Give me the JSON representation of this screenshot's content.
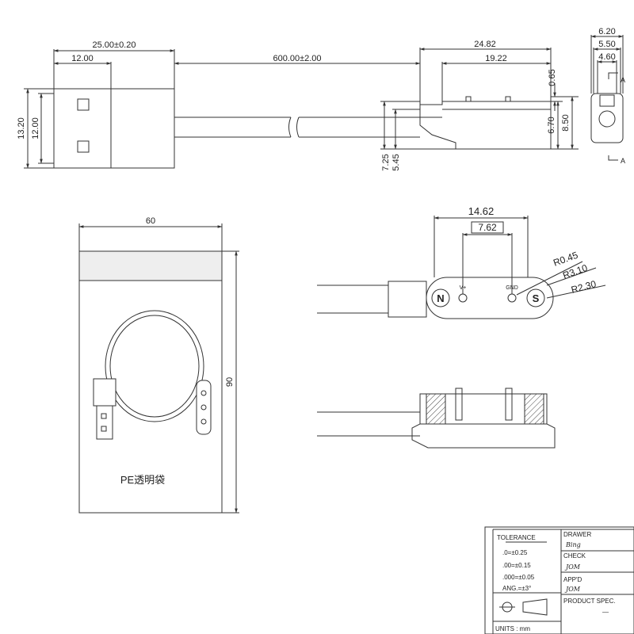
{
  "usb_view": {
    "dim_total_length": "25.00±0.20",
    "dim_plug_length": "12.00",
    "dim_height_outer": "13.20",
    "dim_height_inner": "12.00"
  },
  "cable_length": "600.00±2.00",
  "head_side_view": {
    "dim_length_total": "24.82",
    "dim_length_body": "19.22",
    "dim_pin_height": "0.65",
    "dim_body_height": "6.70",
    "dim_total_height": "8.50",
    "dim_lower_a": "7.25",
    "dim_lower_b": "5.45"
  },
  "end_view": {
    "dim_width_outer": "6.20",
    "dim_width_mid": "5.50",
    "dim_width_inner": "4.60",
    "section_marker_top": "A",
    "section_marker_bottom": "A"
  },
  "package": {
    "dim_width": "60",
    "dim_height": "90",
    "bag_label": "PE透明袋"
  },
  "top_view": {
    "dim_pin_span": "14.62",
    "dim_pin_spacing": "7.62",
    "radius_small": "R0.45",
    "radius_mid": "R3.10",
    "radius_large": "R2.30",
    "marker_n": "N",
    "marker_s": "S",
    "pin_label_left": "V+",
    "pin_label_right": "GND"
  },
  "title_block": {
    "tolerance_header": "TOLERANCE",
    "tol_1": ".0=±0.25",
    "tol_2": ".00=±0.15",
    "tol_3": ".000=±0.05",
    "tol_4": "ANG.=±3°",
    "units": "UNITS : mm",
    "drawer_label": "DRAWER",
    "drawer_sign": "Bing",
    "check_label": "CHECK",
    "check_sign": "JOM",
    "appd_label": "APP'D",
    "appd_sign": "JOM",
    "product_spec_label": "PRODUCT SPEC.",
    "product_spec_value": "—"
  }
}
